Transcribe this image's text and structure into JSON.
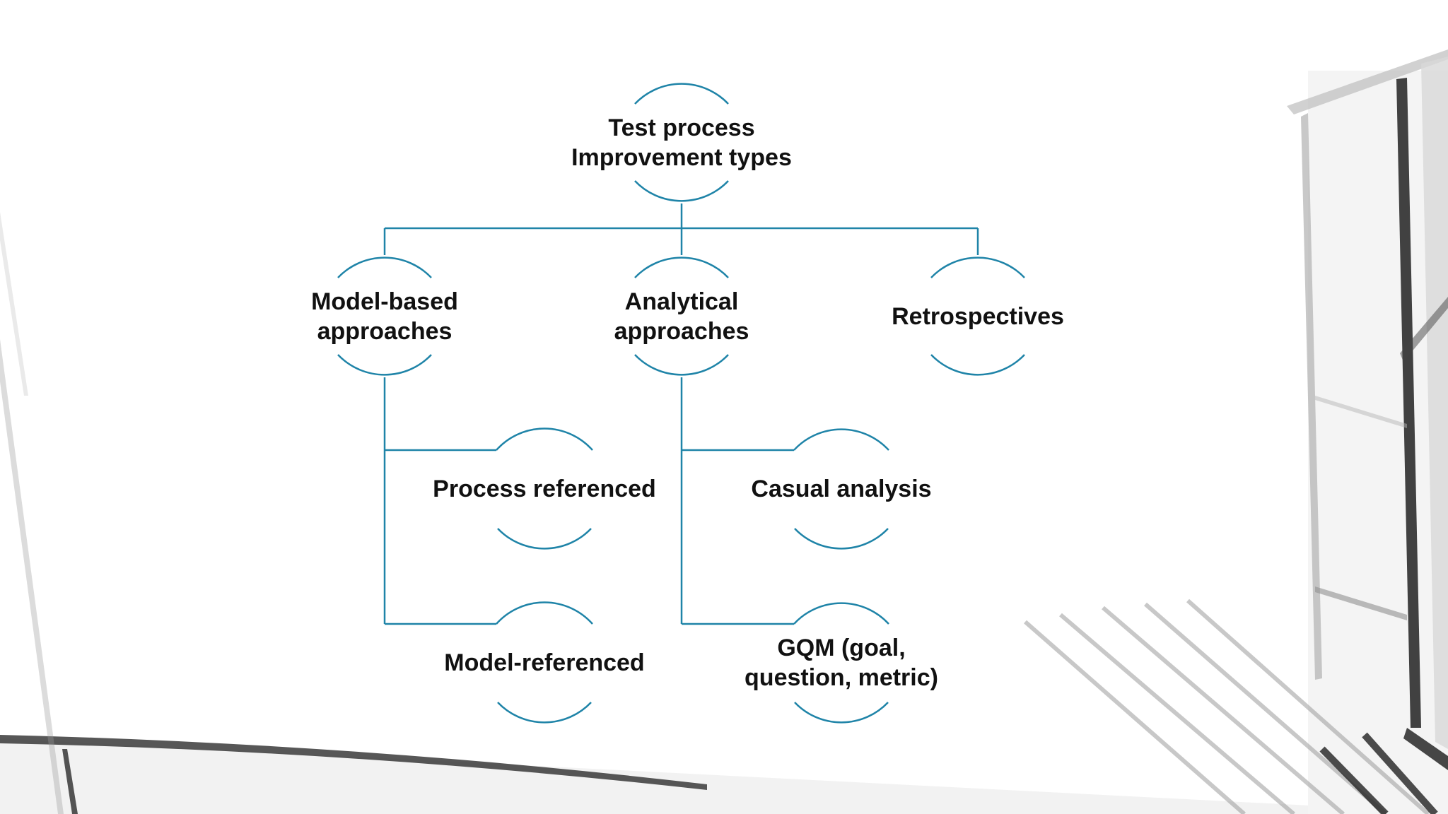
{
  "colors": {
    "connector": "#1f84a8",
    "text": "#111111",
    "background": "#ffffff"
  },
  "diagram": {
    "root": {
      "line1": "Test process",
      "line2": "Improvement types"
    },
    "model_based": {
      "line1": "Model-based",
      "line2": "approaches"
    },
    "analytical": {
      "line1": "Analytical",
      "line2": "approaches"
    },
    "retrospectives": {
      "line1": "Retrospectives"
    },
    "process_referenced": {
      "line1": "Process referenced"
    },
    "model_referenced": {
      "line1": "Model-referenced"
    },
    "casual_analysis": {
      "line1": "Casual analysis"
    },
    "gqm": {
      "line1": "GQM (goal,",
      "line2": "question, metric)"
    }
  }
}
